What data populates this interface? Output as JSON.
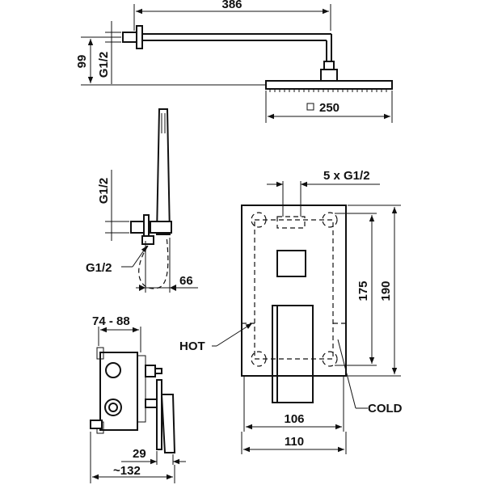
{
  "dimensions": {
    "arm_length": "386",
    "arm_height": "99",
    "head_size": "250",
    "arm_thread": "G1/2",
    "hand_thread_vertical": "G1/2",
    "hand_thread_outlet": "G1/2",
    "hand_depth": "66",
    "box_depth": "74 - 88",
    "valve_depth": "29",
    "total_depth": "~132",
    "outlets": "5 x G1/2",
    "plate_height_inner": "175",
    "plate_height": "190",
    "plate_width_inner": "106",
    "plate_width": "110"
  },
  "labels": {
    "hot": "HOT",
    "cold": "COLD"
  }
}
